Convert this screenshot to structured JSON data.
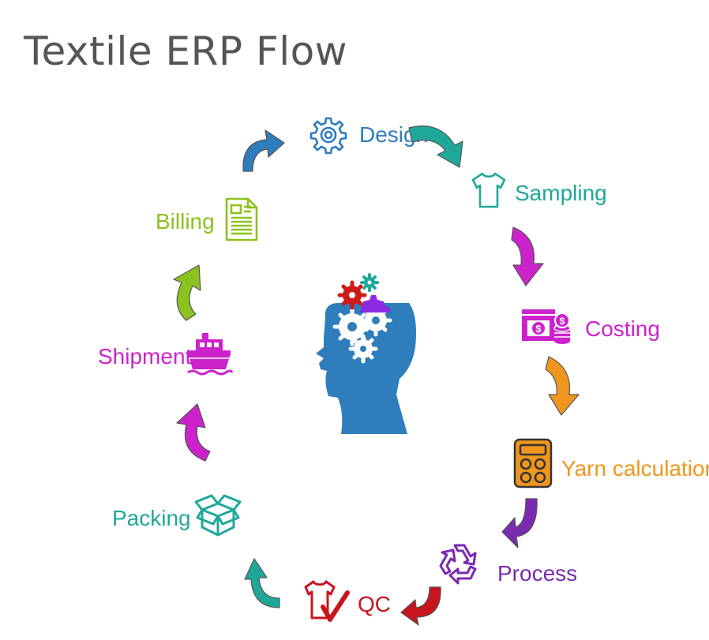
{
  "title": "Textile ERP Flow",
  "steps": [
    {
      "label": "Design",
      "icon": "gear-icon",
      "color": "#2e7dbd"
    },
    {
      "label": "Sampling",
      "icon": "tshirt-icon",
      "color": "#1fa89a"
    },
    {
      "label": "Costing",
      "icon": "money-coins-icon",
      "color": "#cc22cc"
    },
    {
      "label": "Yarn calculation",
      "icon": "calculator-icon",
      "color": "#f0961e"
    },
    {
      "label": "Process",
      "icon": "recycle-icon",
      "color": "#7a2ab0"
    },
    {
      "label": "QC",
      "icon": "shirt-check-icon",
      "color": "#c8141e"
    },
    {
      "label": "Packing",
      "icon": "open-box-icon",
      "color": "#1fa89a"
    },
    {
      "label": "Shipment",
      "icon": "ship-icon",
      "color": "#cc22cc"
    },
    {
      "label": "Billing",
      "icon": "document-icon",
      "color": "#8cc21e"
    }
  ],
  "arrow_colors": [
    "#1fa89a",
    "#cc22cc",
    "#f0961e",
    "#7a2ab0",
    "#c8141e",
    "#1fa89a",
    "#cc22cc",
    "#8cc21e",
    "#2e7dbd"
  ],
  "center_icon": "head-with-gears-icon"
}
